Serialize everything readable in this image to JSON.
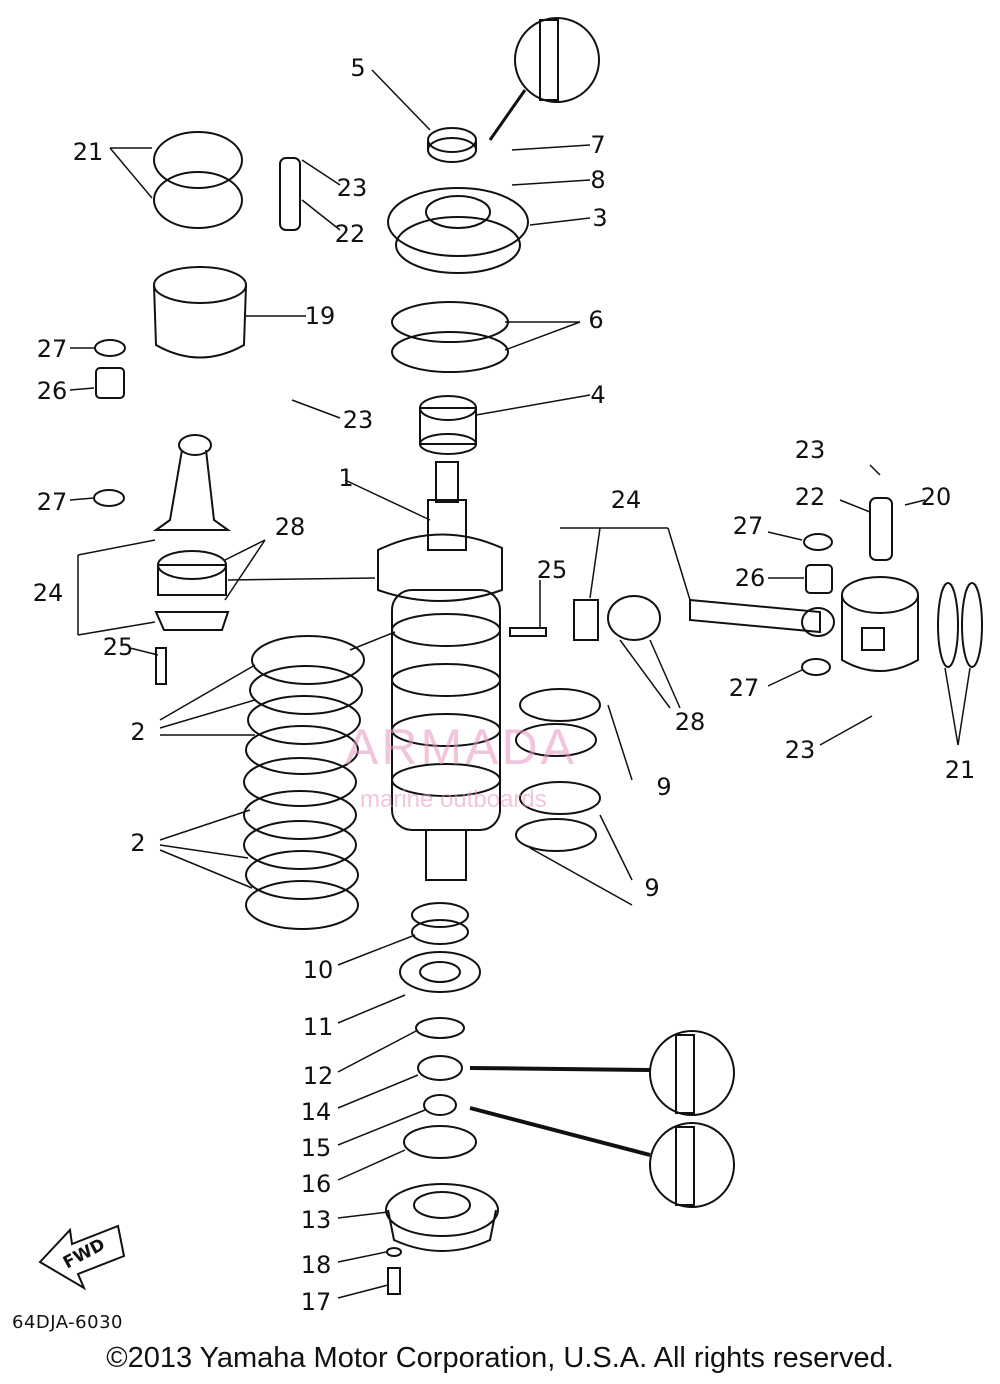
{
  "labels": {
    "l1": "1",
    "l2a": "2",
    "l2b": "2",
    "l3": "3",
    "l4": "4",
    "l5": "5",
    "l6": "6",
    "l7": "7",
    "l8": "8",
    "l9a": "9",
    "l9b": "9",
    "l10": "10",
    "l11": "11",
    "l12": "12",
    "l13": "13",
    "l14": "14",
    "l15": "15",
    "l16": "16",
    "l17": "17",
    "l18": "18",
    "l19": "19",
    "l20": "20",
    "l21a": "21",
    "l21b": "21",
    "l22a": "22",
    "l22b": "22",
    "l23a": "23",
    "l23b": "23",
    "l23c": "23",
    "l23d": "23",
    "l24a": "24",
    "l24b": "24",
    "l25a": "25",
    "l25b": "25",
    "l26a": "26",
    "l26b": "26",
    "l27a": "27",
    "l27b": "27",
    "l27c": "27",
    "l28a": "28",
    "l28b": "28"
  },
  "diagram_code": "64DJA-6030",
  "copyright": "©2013 Yamaha Motor Corporation, U.S.A. All rights reserved.",
  "fwd_badge": "FWD",
  "watermark": {
    "name": "ARMADA",
    "tagline": "marine outboards",
    "color": "#e696be"
  }
}
